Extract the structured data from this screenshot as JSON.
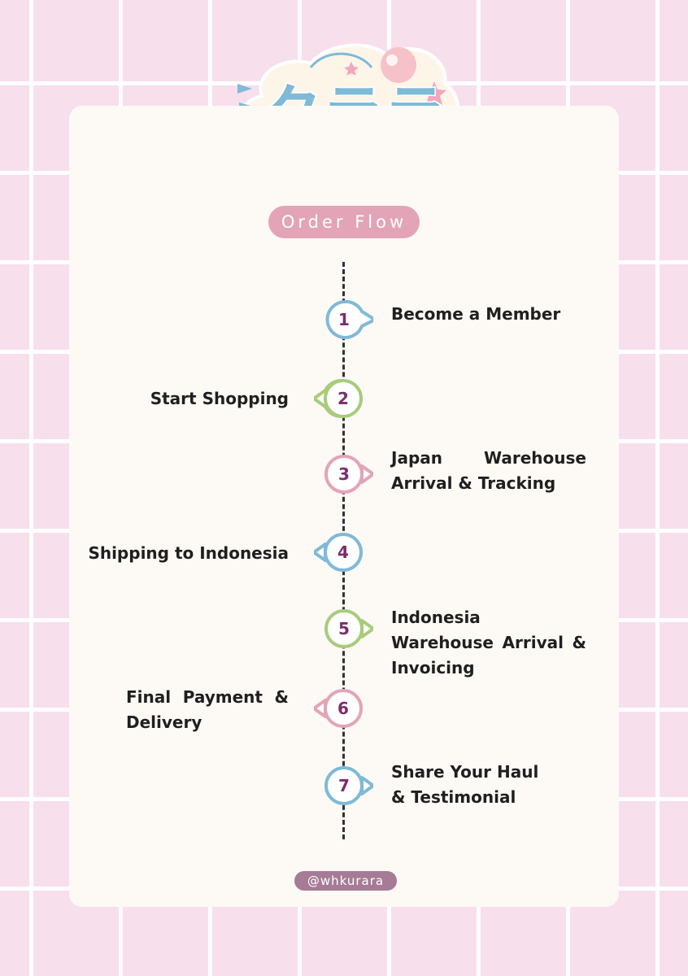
{
  "brand": {
    "logo_text": "クララ",
    "colors": {
      "blue": "#7fbad7",
      "green": "#a8cc7a",
      "pink": "#e3a4b8",
      "number": "#7b2d6b"
    }
  },
  "title": "Order Flow",
  "steps": [
    {
      "number": "1",
      "label": "Become a Member",
      "side": "right",
      "color": "blue"
    },
    {
      "number": "2",
      "label": "Start Shopping",
      "side": "left",
      "color": "green"
    },
    {
      "number": "3",
      "label": "Japan Warehouse Arrival & Tracking",
      "side": "right",
      "color": "pink"
    },
    {
      "number": "4",
      "label": "Shipping to Indonesia",
      "side": "left",
      "color": "blue"
    },
    {
      "number": "5",
      "label": "Indonesia Warehouse Arrival & Invoicing",
      "side": "right",
      "color": "green"
    },
    {
      "number": "6",
      "label": "Final Payment & Delivery",
      "side": "left",
      "color": "pink"
    },
    {
      "number": "7",
      "label": "Share Your Haul & Testimonial",
      "side": "right",
      "color": "blue"
    }
  ],
  "handle": "@whkurara"
}
